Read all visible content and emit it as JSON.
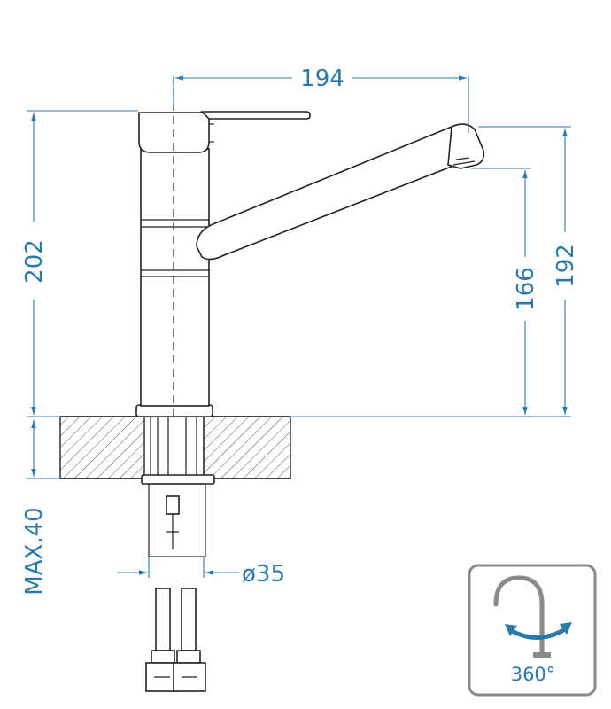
{
  "colors": {
    "dimension": "#2a79a8",
    "outline": "#222222",
    "hatch": "#555555",
    "badge_border": "#8a8a8a",
    "rotate_arrow": "#2a79a8"
  },
  "dimensions": {
    "width_top": "194",
    "total_height": "202",
    "spout_outlet_height": "166",
    "spout_top_height": "192",
    "deck_thickness": "MAX.40",
    "hole_diameter": "ø35"
  },
  "badge": {
    "icon": "swivel-spout-icon",
    "label": "360°"
  }
}
